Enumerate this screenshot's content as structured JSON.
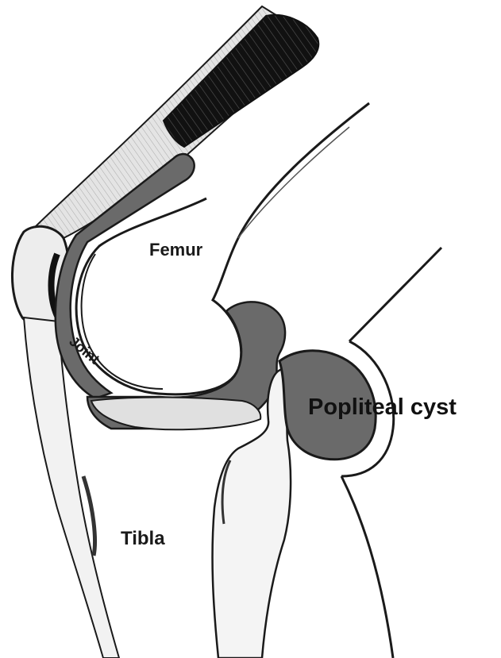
{
  "labels": {
    "femur": "Femur",
    "joint": "Joint",
    "tibia": "Tibla",
    "cyst": "Popliteal cyst"
  },
  "colors": {
    "background": "#ffffff",
    "outline": "#1a1a1a",
    "fluid": "#6a6a6a",
    "muscle": "#111111",
    "tendon": "#d8d8d8"
  }
}
